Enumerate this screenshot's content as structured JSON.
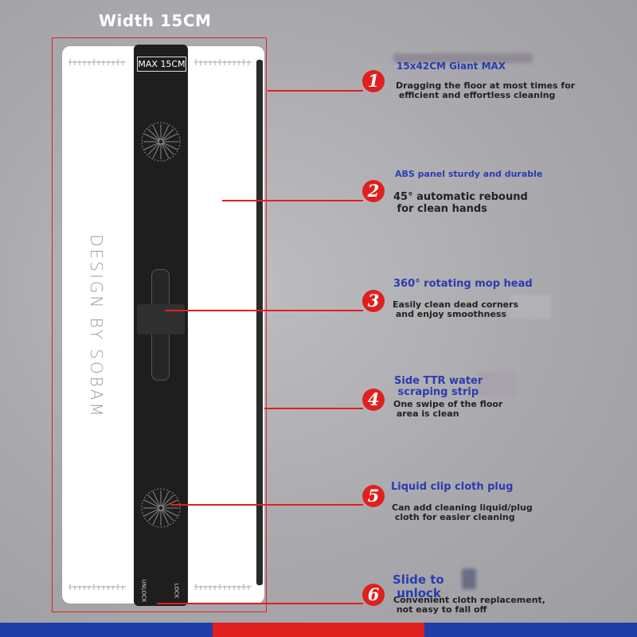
{
  "header": {
    "width_label": "Width 15CM"
  },
  "product": {
    "max_label": "MAX 15CM",
    "brand_text": "DESIGN BY SOBAM",
    "cap_unlock": "UNLOCK",
    "cap_lock": "LOCK"
  },
  "features": [
    {
      "number": "1",
      "title": "15x42CM Giant MAX",
      "description": "Dragging the floor at most times for\n efficient and effortless cleaning"
    },
    {
      "number": "2",
      "title": "ABS panel sturdy and durable",
      "description": "45° automatic rebound\n for clean hands"
    },
    {
      "number": "3",
      "title": "360° rotating mop head",
      "description": "Easily clean dead corners\n and enjoy smoothness"
    },
    {
      "number": "4",
      "title": "Side TTR water\n scraping strip",
      "description": "One swipe of the floor\n area is clean"
    },
    {
      "number": "5",
      "title": "Liquid clip cloth plug",
      "description": "Can add cleaning liquid/plug\n cloth for easier cleaning"
    },
    {
      "number": "6",
      "title": "Slide to\n unlock",
      "description": "Convenient cloth replacement,\n not easy to fall off"
    }
  ],
  "colors": {
    "accent": "#e0201e",
    "title_blue": "#2a3cb0",
    "strip_blue": "#1f3ea8",
    "strip_red": "#e0201e"
  },
  "icons": [
    "gear-wheel-icon",
    "lock-icon"
  ]
}
